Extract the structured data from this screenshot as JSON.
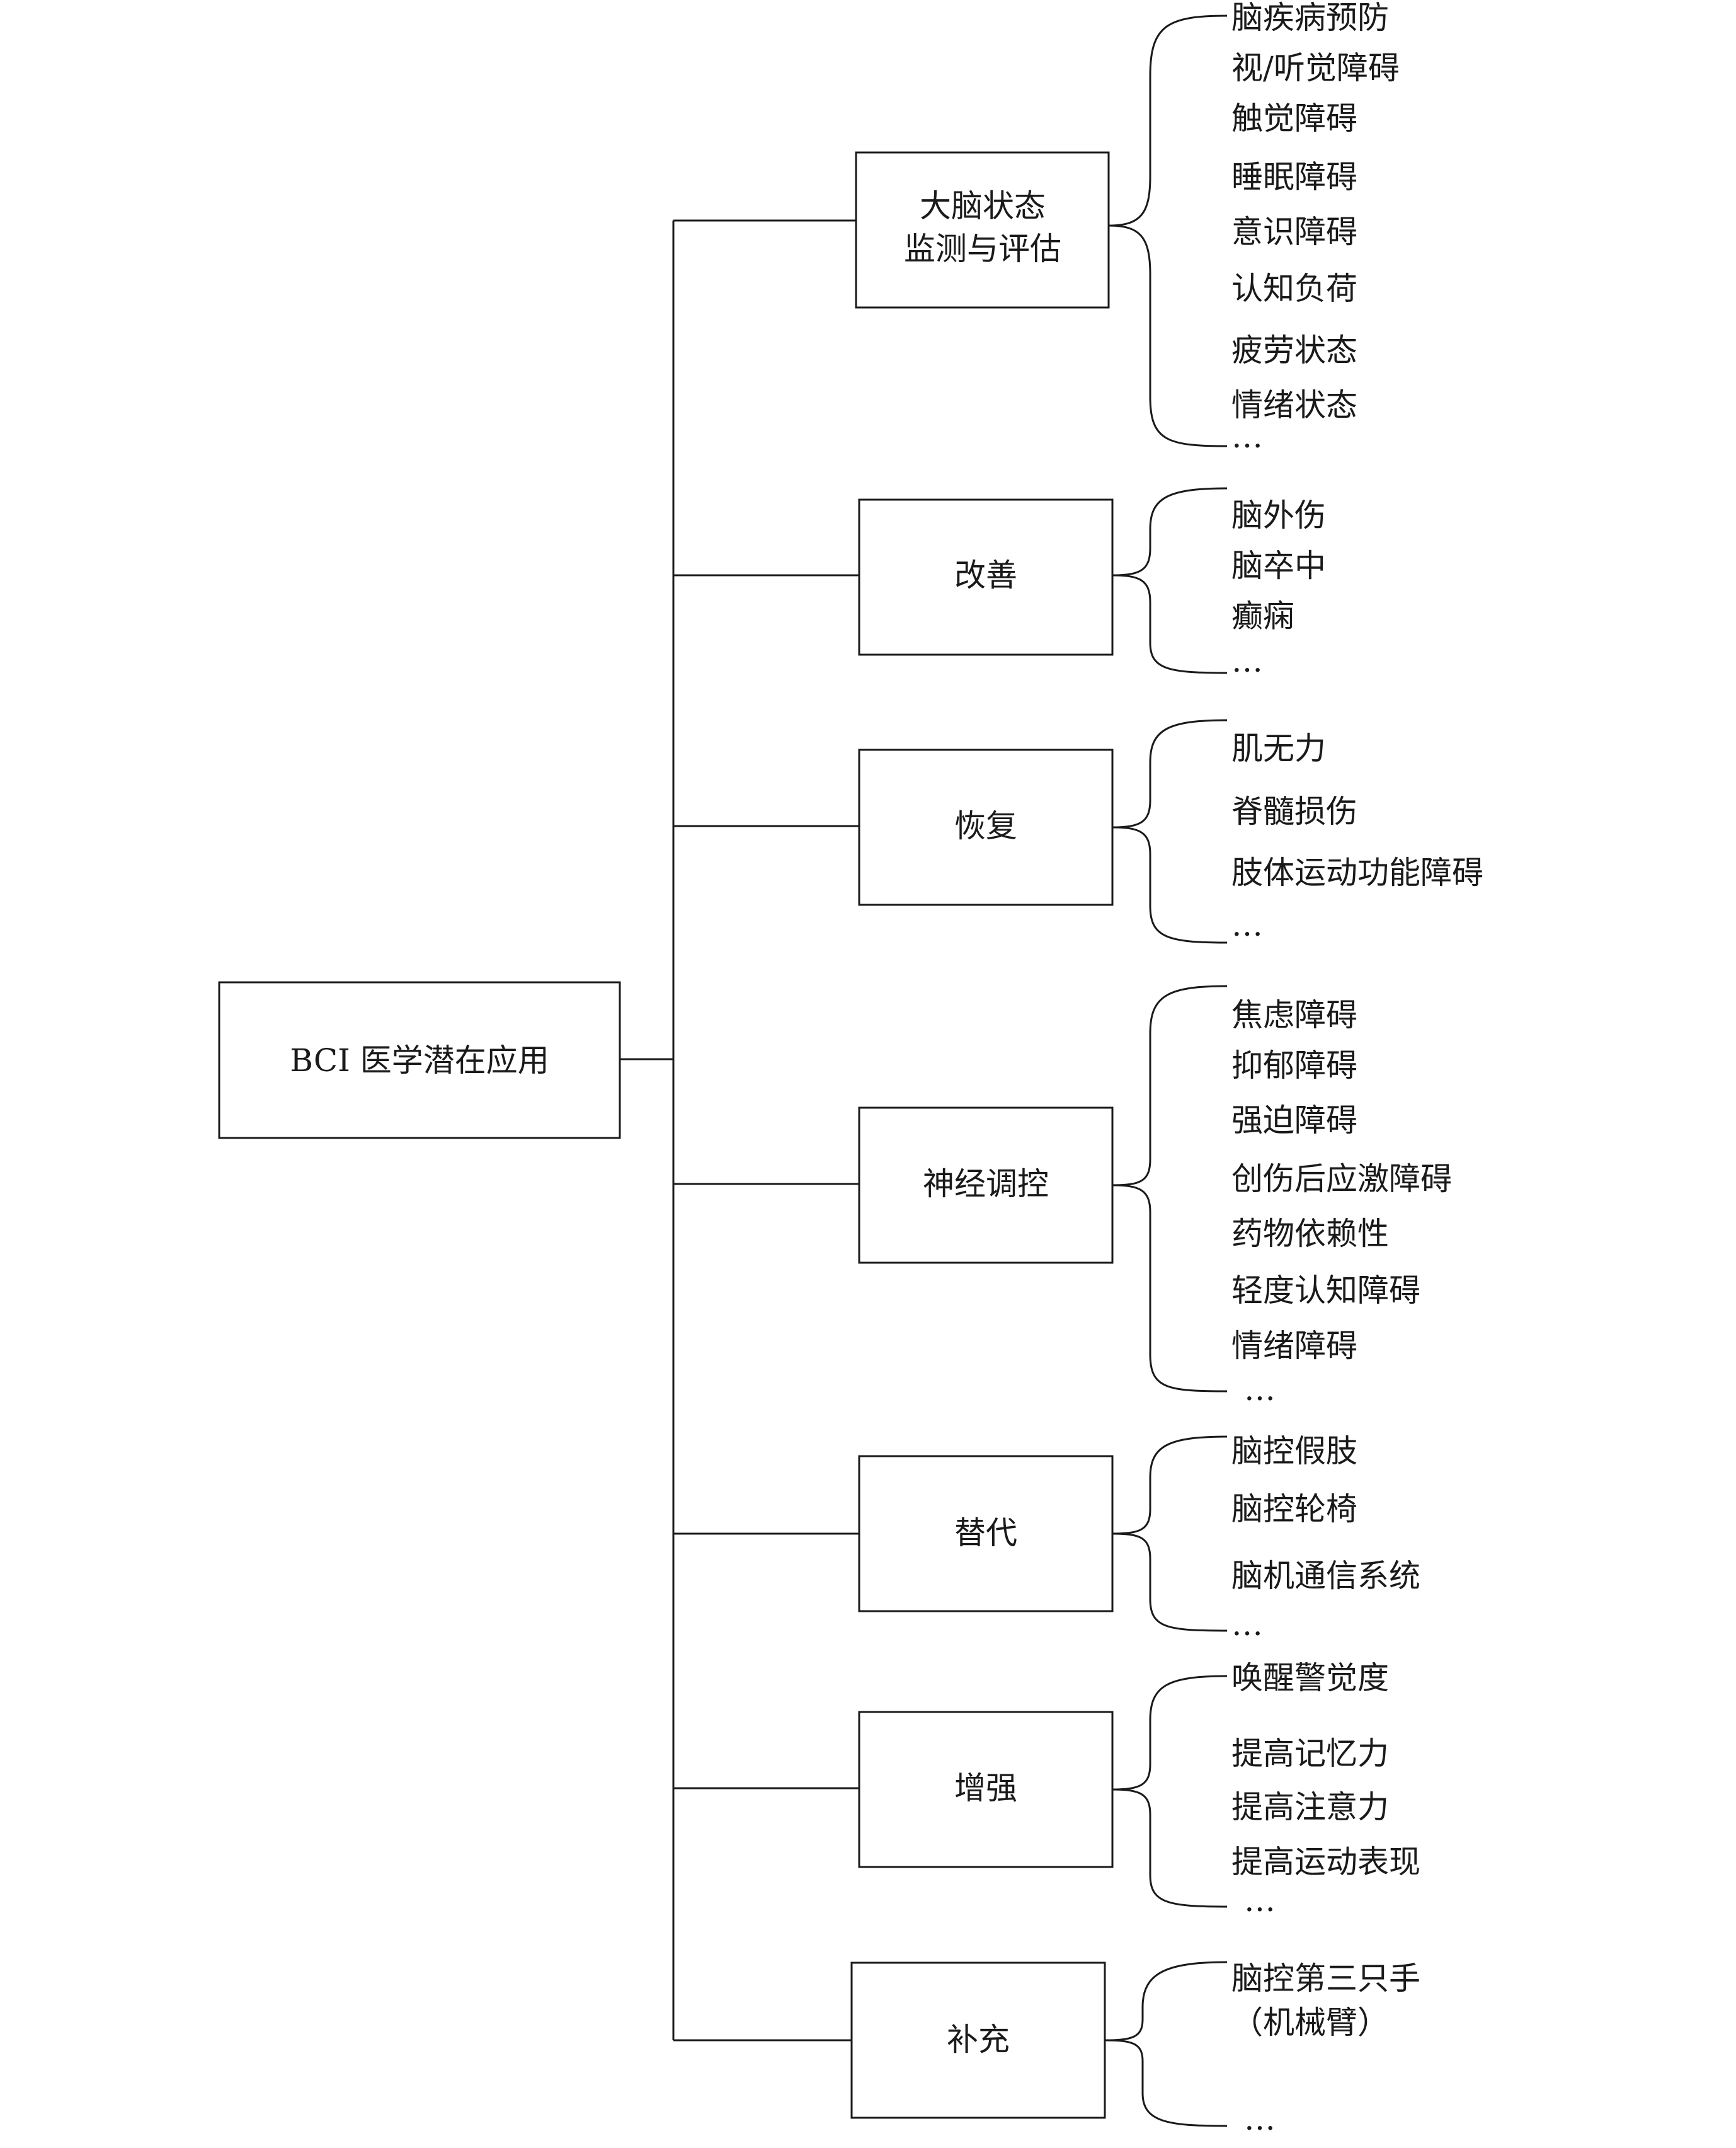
{
  "root": {
    "label": "BCI 医学潜在应用"
  },
  "categories": [
    {
      "key": "monitor",
      "label_lines": [
        "大脑状态",
        "监测与评估"
      ],
      "items": [
        "脑疾病预防",
        "视/听觉障碍",
        "触觉障碍",
        "睡眠障碍",
        "意识障碍",
        "认知负荷",
        "疲劳状态",
        "情绪状态",
        "…"
      ]
    },
    {
      "key": "improve",
      "label_lines": [
        "改善"
      ],
      "items": [
        "脑外伤",
        "脑卒中",
        "癫痫",
        "…"
      ]
    },
    {
      "key": "recover",
      "label_lines": [
        "恢复"
      ],
      "items": [
        "肌无力",
        "脊髓损伤",
        "肢体运动功能障碍",
        "…"
      ]
    },
    {
      "key": "neuromod",
      "label_lines": [
        "神经调控"
      ],
      "items": [
        "焦虑障碍",
        "抑郁障碍",
        "强迫障碍",
        "创伤后应激障碍",
        "药物依赖性",
        "轻度认知障碍",
        "情绪障碍",
        "…"
      ]
    },
    {
      "key": "replace",
      "label_lines": [
        "替代"
      ],
      "items": [
        "脑控假肢",
        "脑控轮椅",
        "脑机通信系统",
        "…"
      ]
    },
    {
      "key": "enhance",
      "label_lines": [
        "增强"
      ],
      "items": [
        "唤醒警觉度",
        "提高记忆力",
        "提高注意力",
        "提高运动表现",
        "…"
      ]
    },
    {
      "key": "supplement",
      "label_lines": [
        "补充"
      ],
      "items": [
        "脑控第三只手",
        "（机械臂）",
        "…"
      ]
    }
  ]
}
